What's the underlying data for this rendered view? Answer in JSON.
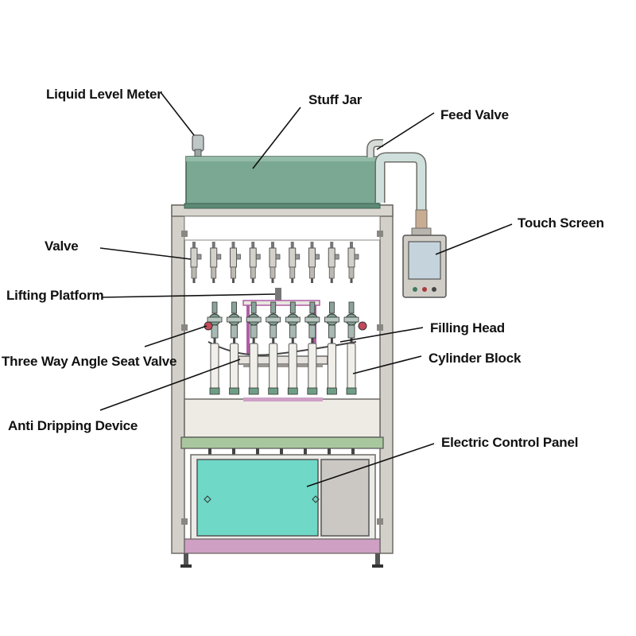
{
  "colors": {
    "background": "#ffffff",
    "frame": "#c9c6c0",
    "frame_edge": "#6e6b66",
    "jar": "#7aa892",
    "jar_dark": "#4f7a66",
    "pipe": "#cfd8d6",
    "panel_glass": "#6fd8c6",
    "base_pink": "#cf9fc4",
    "screen": "#c5d4dc",
    "leader": "#111111"
  },
  "labels": {
    "liquid_level_meter": "Liquid Level Meter",
    "stuff_jar": "Stuff Jar",
    "feed_valve": "Feed Valve",
    "touch_screen": "Touch Screen",
    "valve": "Valve",
    "lifting_platform": "Lifting Platform",
    "filling_head": "Filling Head",
    "three_way_angle_seat_valve": "Three Way Angle Seat Valve",
    "cylinder_block": "Cylinder Block",
    "anti_dripping_device": "Anti Dripping Device",
    "electric_control_panel": "Electric Control Panel"
  },
  "machine": {
    "valve_count": 9,
    "filling_head_count": 8,
    "cylinder_count": 8
  }
}
